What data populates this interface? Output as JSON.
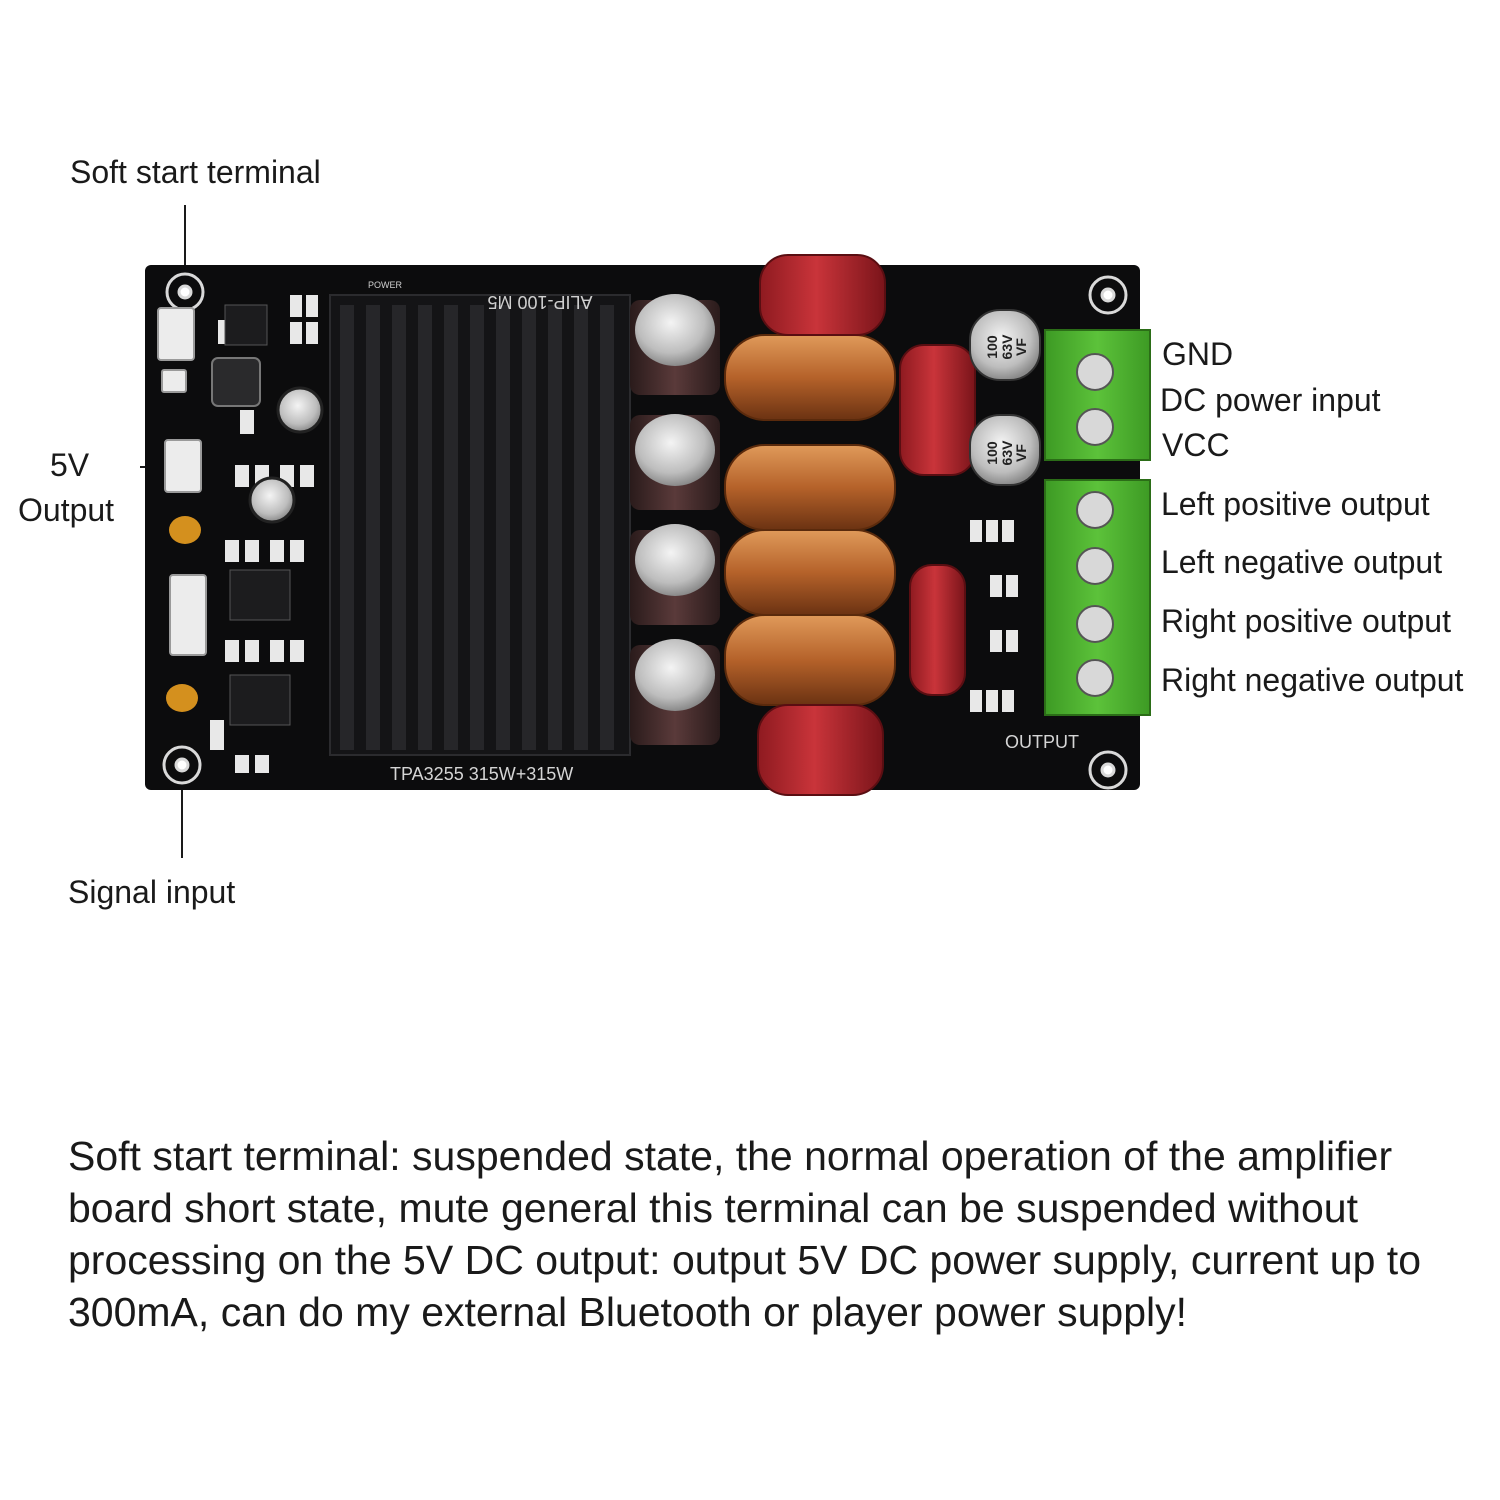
{
  "labels": {
    "soft_start": "Soft start terminal",
    "five_v_line1": "5V",
    "five_v_line2": "Output",
    "signal_input": "Signal input",
    "terminals": [
      "GND",
      "DC power input",
      "VCC",
      "Left positive output",
      "Left negative output",
      "Right positive output",
      "Right negative output"
    ]
  },
  "board": {
    "chip_text": "TPA3255  315W+315W",
    "output_text": "OUTPUT",
    "power_text": "POWER",
    "heatsink_text": "ALIP-100 M5",
    "cap_text": [
      "100",
      "63V",
      "VF"
    ],
    "colors": {
      "pcb": "#0c0c0d",
      "heatsink": "#141416",
      "terminal": "#4caf2e",
      "film_cap": "#b3222a",
      "coil": "#b5622a"
    }
  },
  "description": "Soft start terminal: suspended state, the normal operation of the amplifier board short state, mute general this terminal can be suspended without processing on the 5V DC output: output 5V DC power supply, current up to 300mA, can do my external Bluetooth or player power supply!"
}
